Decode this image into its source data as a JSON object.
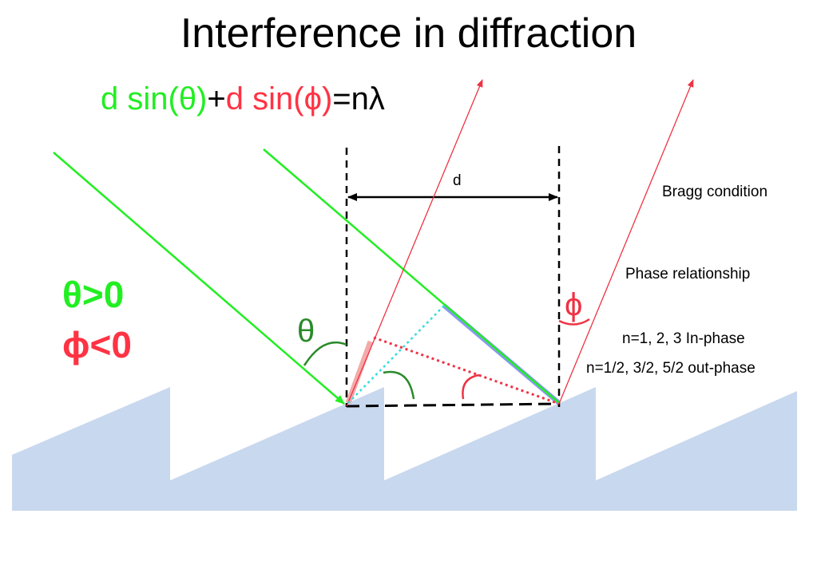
{
  "title": "Interference in diffraction",
  "equation": {
    "term1": "d sin(θ)",
    "plus": "+",
    "term2": "d sin(ϕ)",
    "rhs": "=nλ"
  },
  "labels": {
    "d": "d",
    "bragg": "Bragg condition",
    "phase": "Phase relationship",
    "in_phase": "n=1, 2, 3 In-phase",
    "out_phase": "n=1/2, 3/2, 5/2 out-phase",
    "theta": "θ",
    "phi": "ϕ",
    "theta_cond": "θ>0",
    "phi_cond": "ϕ<0"
  },
  "colors": {
    "incident": "#22ee22",
    "diffracted": "#ee3344",
    "grating": "#c8d8ee",
    "green_text": "#22ee22",
    "red_text": "#ff3344",
    "cyan_path": "#33dddd",
    "blue_path": "#8899ee",
    "arc_green": "#2a8a2a"
  }
}
